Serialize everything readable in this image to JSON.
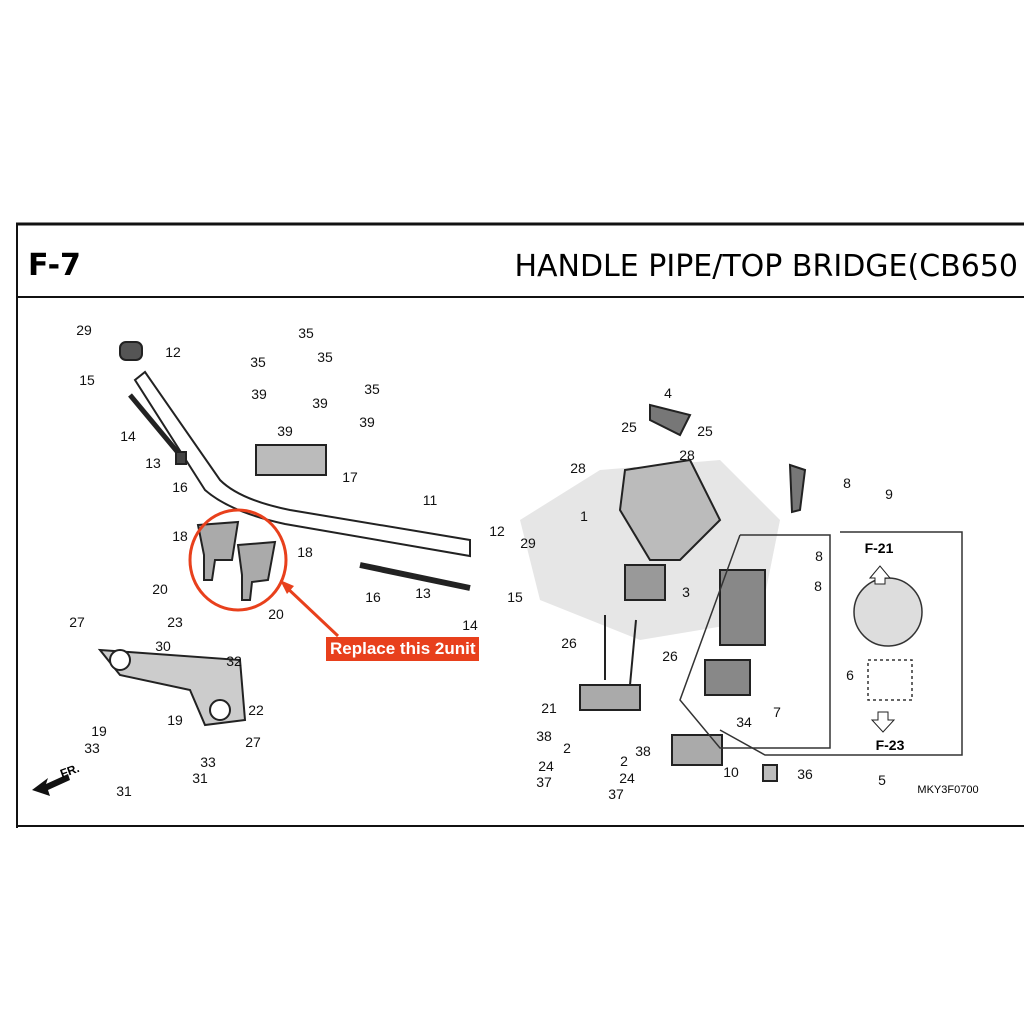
{
  "header": {
    "section_code": "F-7",
    "title": "HANDLE  PIPE/TOP  BRIDGE(CB650"
  },
  "diagram": {
    "part_code": "MKY3F0700",
    "front_marker": "FR.",
    "ref_top": "F-21",
    "ref_bottom": "F-23",
    "annotation": "Replace this 2unit",
    "highlight_color": "#e8401c",
    "callouts": [
      "29",
      "12",
      "15",
      "14",
      "13",
      "16",
      "35",
      "35",
      "35",
      "35",
      "39",
      "39",
      "39",
      "39",
      "17",
      "11",
      "18",
      "18",
      "20",
      "20",
      "23",
      "30",
      "32",
      "27",
      "22",
      "19",
      "19",
      "33",
      "33",
      "27",
      "31",
      "31",
      "12",
      "29",
      "16",
      "13",
      "15",
      "14",
      "4",
      "25",
      "25",
      "28",
      "28",
      "1",
      "3",
      "26",
      "26",
      "21",
      "38",
      "38",
      "2",
      "2",
      "24",
      "24",
      "37",
      "37",
      "10",
      "36",
      "7",
      "34",
      "6",
      "5",
      "8",
      "9",
      "8",
      "8"
    ]
  }
}
